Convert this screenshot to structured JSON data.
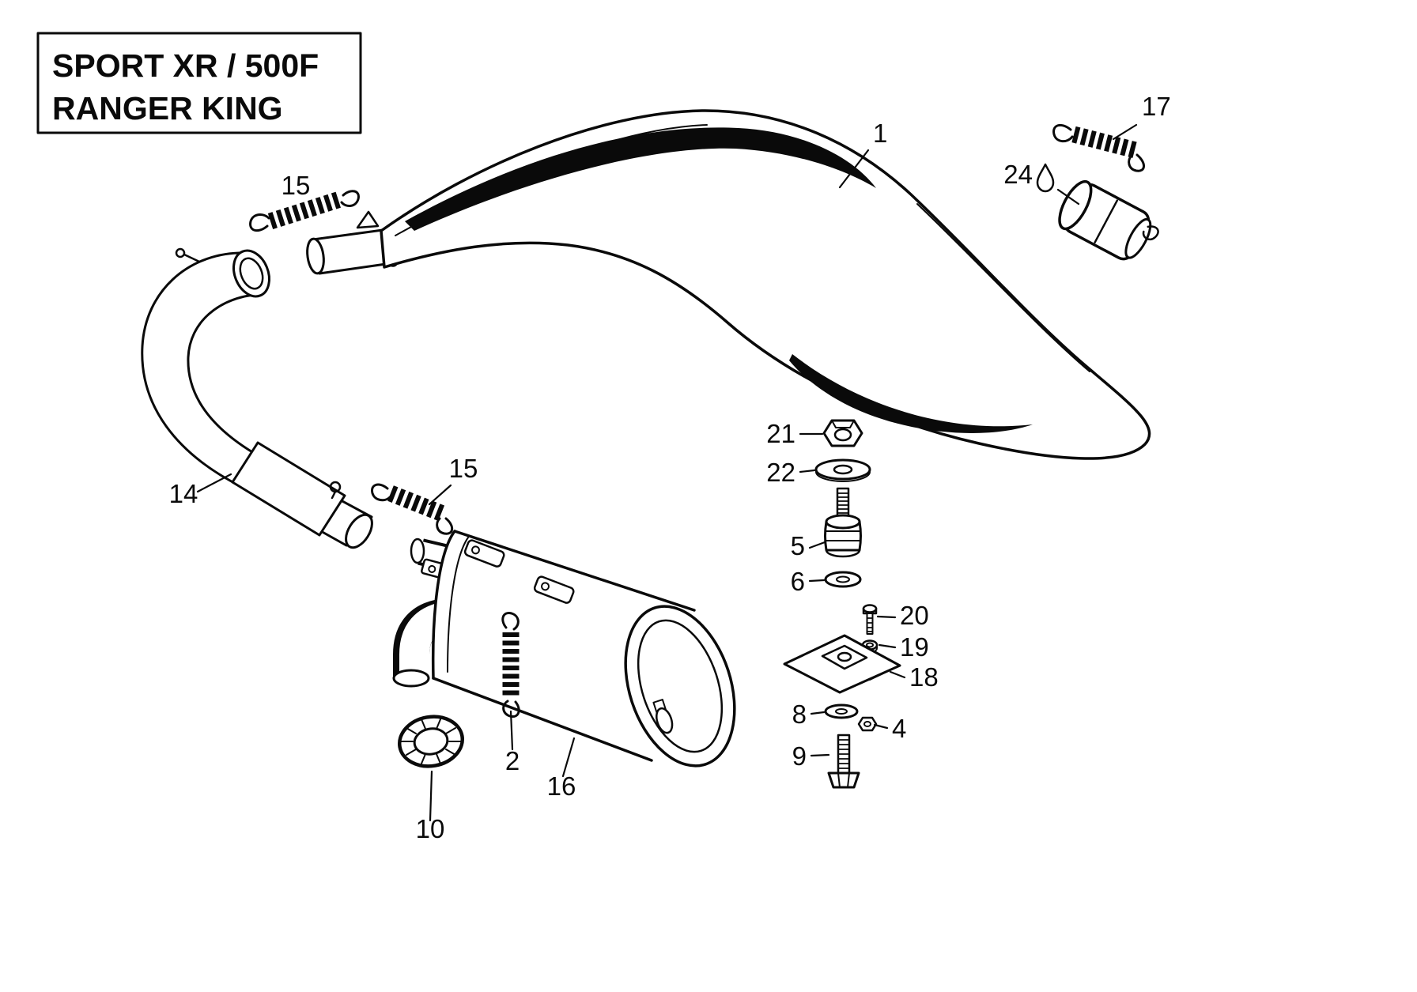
{
  "title_box": {
    "line1": "SPORT XR / 500F",
    "line2": "RANGER KING"
  },
  "callouts": {
    "tuned_pipe": "1",
    "spring_front": "15",
    "spring_mid": "15",
    "spring_rear": "17",
    "boot": "24",
    "header_pipe": "14",
    "spring_muffler": "2",
    "muffler": "16",
    "seal_ring": "10",
    "nut_21": "21",
    "washer_22": "22",
    "mount_5": "5",
    "washer_6": "6",
    "screw_20": "20",
    "washer_19": "19",
    "bracket_18": "18",
    "washer_8": "8",
    "nut_4": "4",
    "bolt_9": "9"
  },
  "colors": {
    "ink": "#0a0a0a",
    "paper": "#ffffff"
  }
}
